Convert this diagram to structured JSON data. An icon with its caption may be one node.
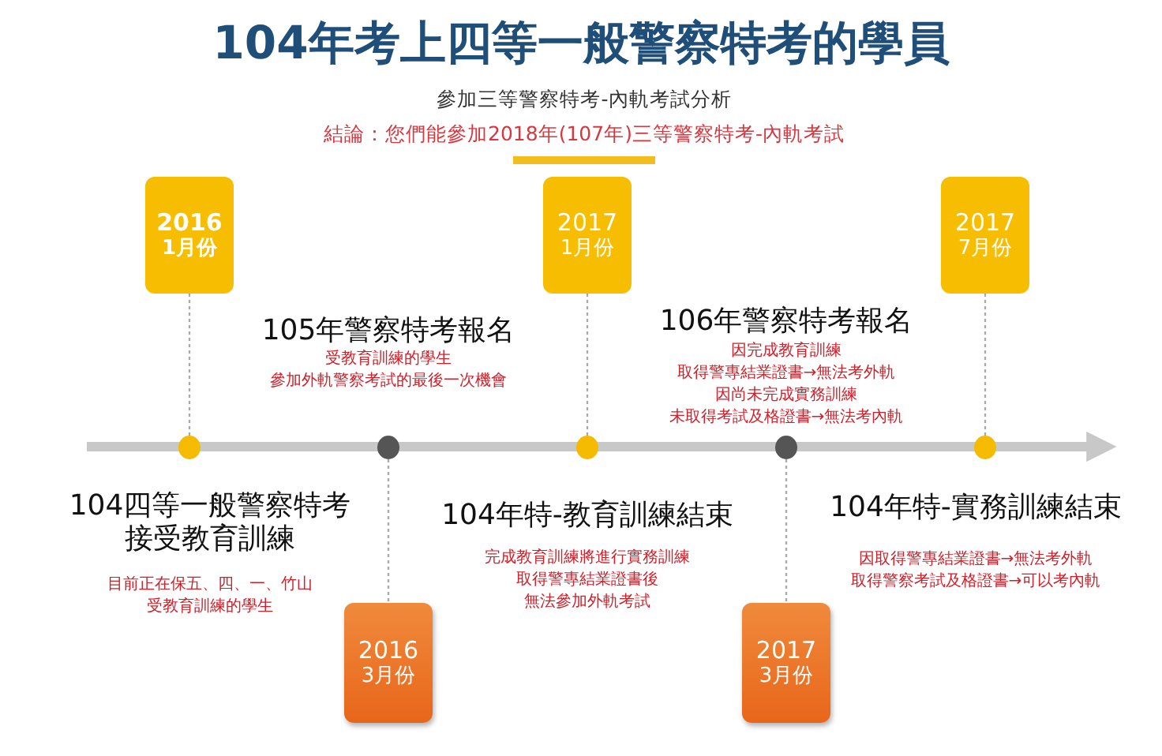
{
  "diagram": {
    "title": "104年考上四等一般警察特考的學員",
    "nodes": [
      {
        "text": [
          "2016",
          "1月份"
        ]
      },
      {
        "text": [
          "2017",
          "1月份"
        ]
      },
      {
        "text": [
          "2017",
          "7月份"
        ]
      },
      {
        "text": [],
        "shape": "circle"
      },
      {
        "text": [],
        "shape": "circle"
      },
      {
        "text": [],
        "shape": "circle"
      },
      {
        "text": [],
        "shape": "circle"
      },
      {
        "text": [],
        "shape": "circle"
      },
      {
        "text": [
          "2016",
          "3月份"
        ]
      },
      {
        "text": [
          "2017",
          "3月份"
        ]
      }
    ],
    "edges": [
      {
        "from": 0,
        "to": 3,
        "arrow": "none",
        "style": "dashed"
      },
      {
        "from": 1,
        "to": 5,
        "arrow": "none",
        "style": "dashed"
      },
      {
        "from": 2,
        "to": 7,
        "arrow": "none",
        "style": "dashed"
      },
      {
        "from": 4,
        "to": 8,
        "arrow": "none",
        "style": "dashed"
      },
      {
        "from": 6,
        "to": 9,
        "arrow": "none",
        "style": "dashed"
      }
    ],
    "labels": [
      "參加三等警察特考-內軌考試分析",
      "結論：您們能參加2018年(107年)三等警察特考-內軌考試",
      "105年警察特考報名",
      "受教育訓練的學生",
      "參加外軌警察考試的最後一次機會",
      "106年警察特考報名",
      "因完成教育訓練",
      "取得警專結業證書→無法考外軌",
      "因尚未完成實務訓練",
      "未取得考試及格證書→無法考內軌",
      "104四等一般警察特考接受教育訓練",
      "目前正在保五、四、一、竹山",
      "受教育訓練的學生",
      "104年特-教育訓練結束",
      "完成教育訓練將進行實務訓練",
      "取得警專結業證書後",
      "無法參加外軌考試",
      "104年特-實務訓練結束",
      "因取得警專結業證書→無法考外軌",
      "取得警察考試及格證書→可以考內軌"
    ]
  }
}
